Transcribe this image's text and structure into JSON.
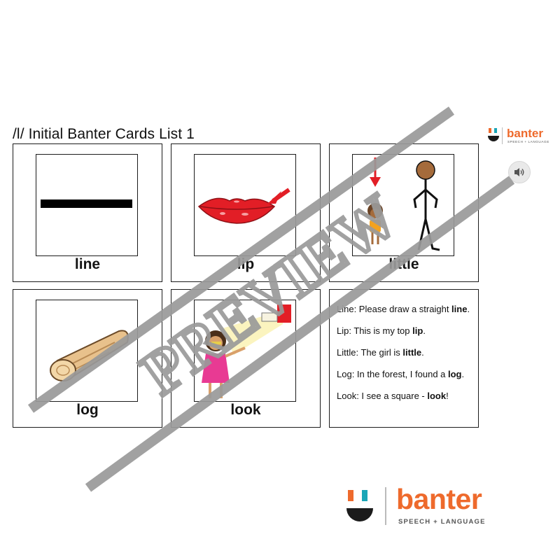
{
  "page": {
    "title": "/l/ Initial Banter Cards List 1",
    "accent_color": "#ee6a2c",
    "teal_color": "#1aa6b7"
  },
  "logo": {
    "brand": "banter",
    "tagline": "SPEECH + LANGUAGE",
    "icon": "quote-mark-bowl-icon"
  },
  "sound_button": {
    "icon": "speaker-icon"
  },
  "cards": [
    {
      "word": "line",
      "icon": "line-picture"
    },
    {
      "word": "lip",
      "icon": "lips-picture"
    },
    {
      "word": "little",
      "icon": "little-girl-picture"
    },
    {
      "word": "log",
      "icon": "log-picture"
    },
    {
      "word": "look",
      "icon": "girl-looking-picture"
    }
  ],
  "sentences": [
    {
      "prefix": "Line: Please draw a straight ",
      "target": "line",
      "suffix": "."
    },
    {
      "prefix": "Lip: This is my top ",
      "target": "lip",
      "suffix": "."
    },
    {
      "prefix": "Little: The girl is ",
      "target": "little",
      "suffix": "."
    },
    {
      "prefix": "Log: In the forest, I found a ",
      "target": "log",
      "suffix": "."
    },
    {
      "prefix": "Look: I see a square - ",
      "target": "look",
      "suffix": "!"
    }
  ],
  "watermark": {
    "text": "PREVIEW",
    "color": "#9a9a9a"
  }
}
